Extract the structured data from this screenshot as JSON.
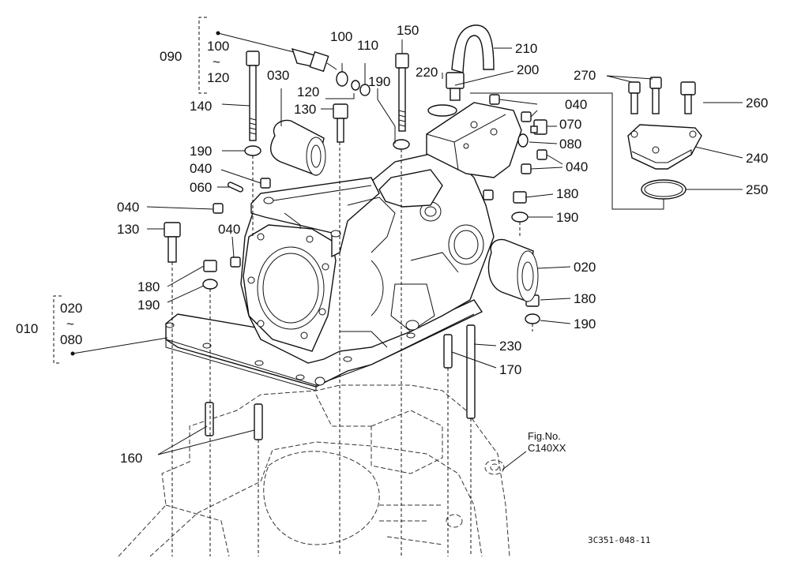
{
  "labels": {
    "l090": "090",
    "l100a": "100",
    "tilde1": "~",
    "l120a": "120",
    "l100b": "100",
    "l110": "110",
    "l150": "150",
    "l210": "210",
    "l030": "030",
    "l120b": "120",
    "l190a": "190",
    "l220": "220",
    "l200": "200",
    "l270": "270",
    "l260": "260",
    "l140": "140",
    "l130a": "130",
    "l040a": "040",
    "l070": "070",
    "l080a": "080",
    "l240": "240",
    "l190b": "190",
    "l040b": "040",
    "l040c": "040",
    "l060": "060",
    "l180a": "180",
    "l250": "250",
    "l040d": "040",
    "l190c": "190",
    "l130b": "130",
    "l040e": "040",
    "l020a": "020",
    "l180b": "180",
    "l180c": "180",
    "l190d": "190",
    "l190e": "190",
    "l010": "010",
    "l020b": "020",
    "tilde2": "~",
    "l080b": "080",
    "l230": "230",
    "l170": "170",
    "l160": "160",
    "fig_label": "Fig.No.",
    "fig_code": "C140XX",
    "drawing_code": "3C351-048-11"
  }
}
